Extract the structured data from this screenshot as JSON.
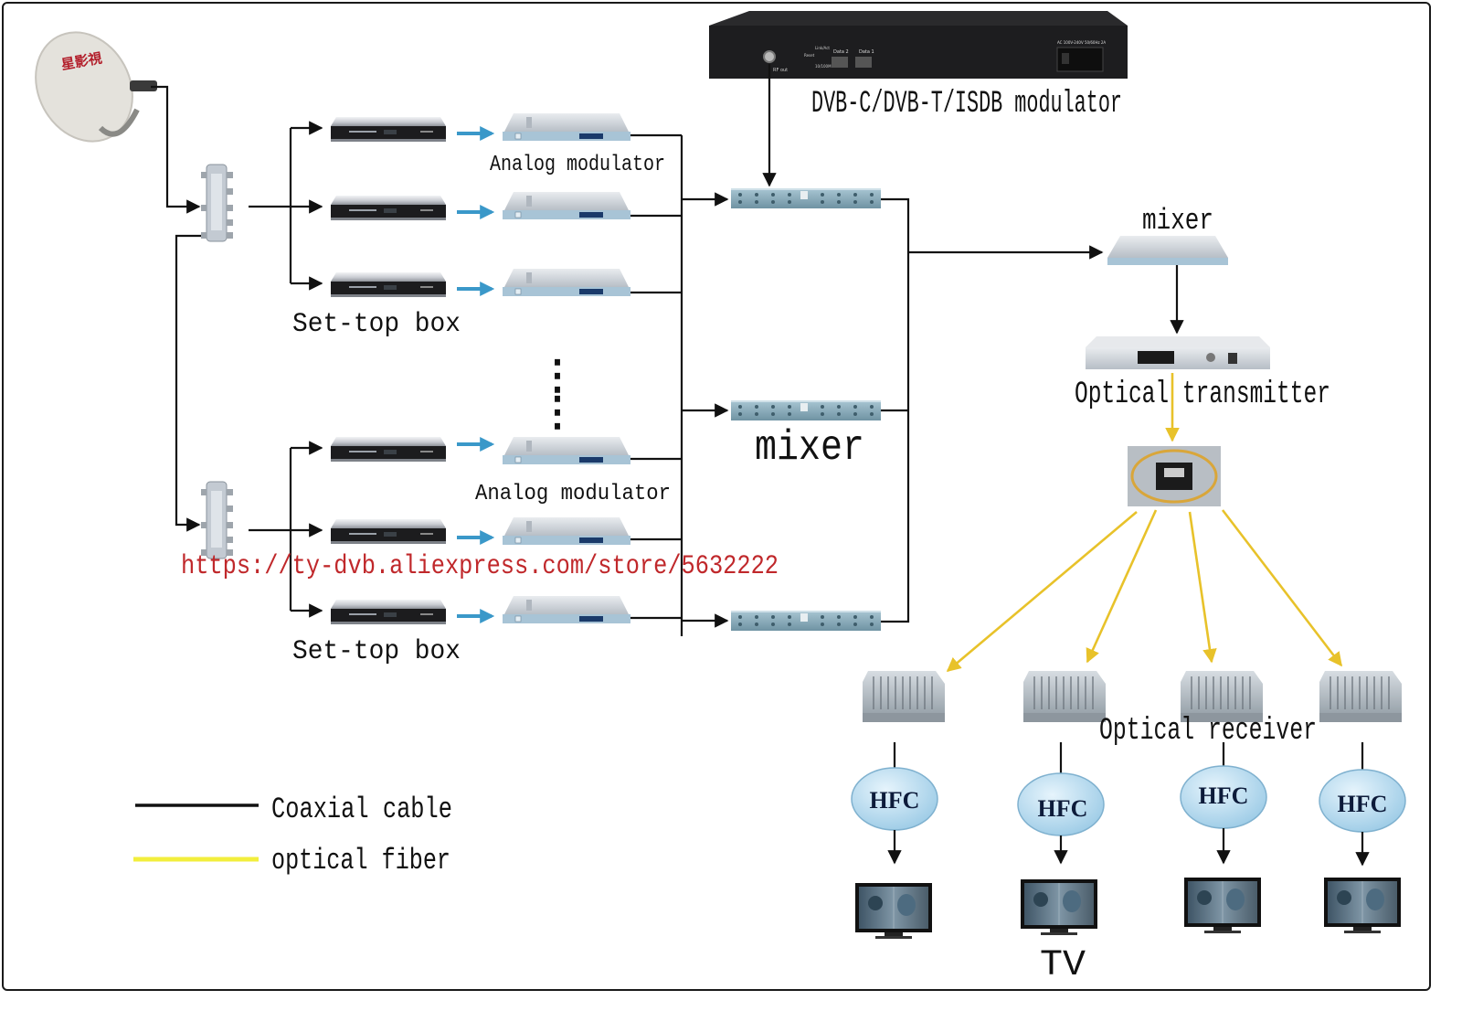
{
  "title": "Satellite / headend to HFC network topology",
  "labels": {
    "dvb_modulator": "DVB-C/DVB-T/ISDB modulator",
    "analog_modulator_top": "Analog modulator",
    "analog_modulator_bottom": "Analog modulator",
    "set_top_box_top": "Set-top box",
    "set_top_box_bottom": "Set-top box",
    "mixer_center": "mixer",
    "mixer_right": "mixer",
    "optical_transmitter": "Optical transmitter",
    "optical_receiver": "Optical receiver",
    "tv": "TV",
    "ellipsis": "⋮"
  },
  "dish_brand": "星影視",
  "modulator_panel": {
    "rf_out": "RF out",
    "reset": "Reset",
    "link_act": "Link/Act",
    "speed": "10/100M",
    "data2": "Data 2",
    "data1": "Data 1",
    "power": "AC 100V-240V 50/60Hz 2A"
  },
  "hfc_nodes": [
    {
      "label": "HFC"
    },
    {
      "label": "HFC"
    },
    {
      "label": "HFC"
    },
    {
      "label": "HFC"
    }
  ],
  "legend": [
    {
      "label": "Coaxial cable",
      "color": "#111111"
    },
    {
      "label": "optical fiber",
      "color": "#f2ee3c"
    }
  ],
  "watermark_url": "https://ty-dvb.aliexpress.com/store/5632222",
  "colors": {
    "coax": "#111111",
    "fiber": "#e8c22a",
    "signal_arrow": "#3a98c9",
    "hfc_fill": "#bcdff2",
    "url": "#c0282b"
  }
}
